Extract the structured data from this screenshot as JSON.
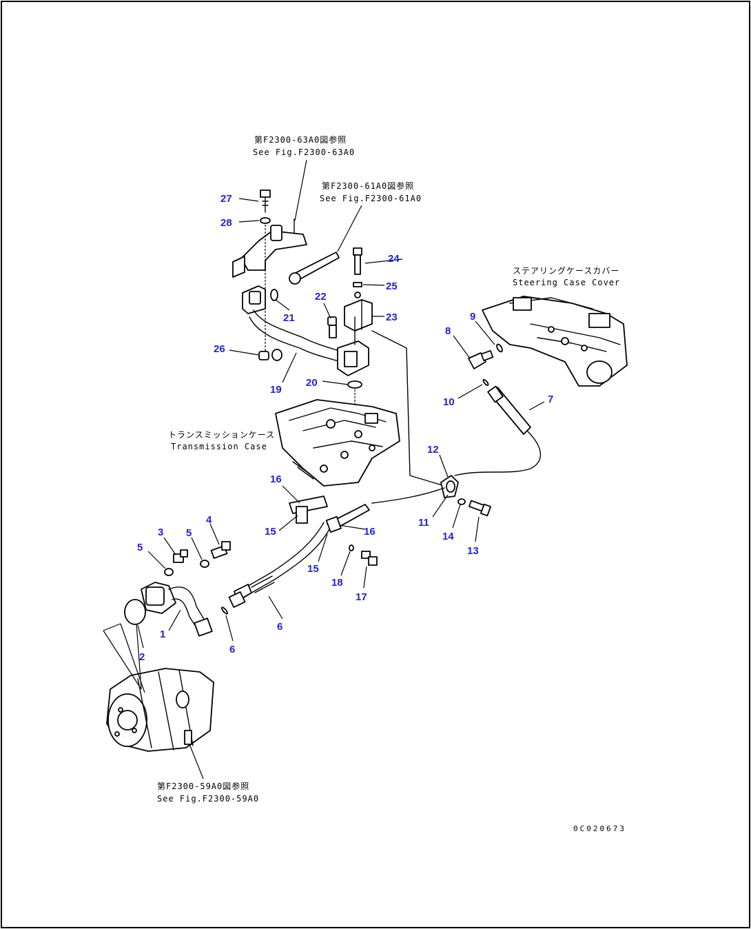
{
  "references": {
    "top_bracket_jp": "第F2300-63A0図参照",
    "top_bracket_en": "See Fig.F2300-63A0",
    "top_pipe_jp": "第F2300-61A0図参照",
    "top_pipe_en": "See Fig.F2300-61A0",
    "steering_jp": "ステアリングケースカバー",
    "steering_en": "Steering Case Cover",
    "transmission_jp": "トランスミッションケース",
    "transmission_en": "Transmission Case",
    "bottom_jp": "第F2300-59A0図参照",
    "bottom_en": "See Fig.F2300-59A0"
  },
  "drawing_code": "0C020673",
  "callouts": {
    "c1": "1",
    "c2": "2",
    "c3": "3",
    "c4": "4",
    "c5a": "5",
    "c5b": "5",
    "c6a": "6",
    "c6b": "6",
    "c7": "7",
    "c8": "8",
    "c9": "9",
    "c10": "10",
    "c11": "11",
    "c12": "12",
    "c13": "13",
    "c14": "14",
    "c15a": "15",
    "c15b": "15",
    "c16a": "16",
    "c16b": "16",
    "c17": "17",
    "c18": "18",
    "c19": "19",
    "c20": "20",
    "c21": "21",
    "c22": "22",
    "c23": "23",
    "c24": "24",
    "c25": "25",
    "c26": "26",
    "c27": "27",
    "c28": "28"
  },
  "colors": {
    "callout": "#2222cc",
    "line": "#000000"
  }
}
